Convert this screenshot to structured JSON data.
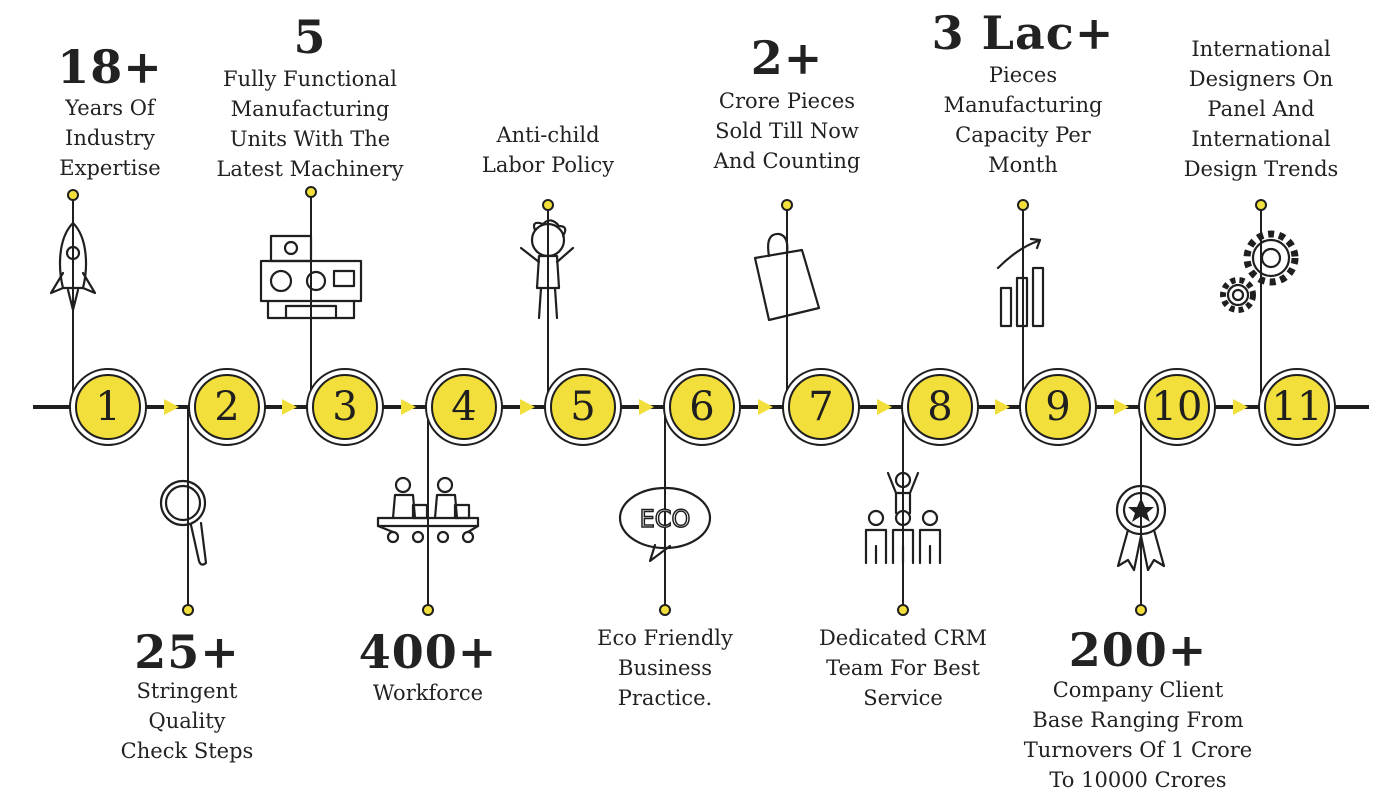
{
  "colors": {
    "accent": "#f3df3c",
    "ink": "#1f1f1f"
  },
  "milestones": [
    {
      "step": "1",
      "position": "top",
      "headline": "18+",
      "lines": [
        "Years Of",
        "Industry",
        "Expertise"
      ],
      "icon": "rocket-icon"
    },
    {
      "step": "2",
      "position": "bottom",
      "headline": "25+",
      "lines": [
        "Stringent",
        "Quality",
        "Check Steps"
      ],
      "icon": "magnifier-icon"
    },
    {
      "step": "3",
      "position": "top",
      "headline": "5",
      "lines": [
        "Fully Functional",
        "Manufacturing",
        "Units With The",
        "Latest Machinery"
      ],
      "icon": "machine-icon"
    },
    {
      "step": "4",
      "position": "bottom",
      "headline": "400+",
      "lines": [
        "Workforce"
      ],
      "icon": "workers-icon"
    },
    {
      "step": "5",
      "position": "top",
      "headline": "",
      "lines": [
        "Anti-child",
        "Labor Policy"
      ],
      "icon": "child-icon"
    },
    {
      "step": "6",
      "position": "bottom",
      "headline": "",
      "lines": [
        "Eco Friendly",
        "Business",
        "Practice."
      ],
      "icon": "eco-bubble-icon",
      "icon_text": "ECO"
    },
    {
      "step": "7",
      "position": "top",
      "headline": "2+",
      "lines": [
        "Crore Pieces",
        "Sold Till Now",
        "And Counting"
      ],
      "icon": "shopping-bag-icon"
    },
    {
      "step": "8",
      "position": "bottom",
      "headline": "",
      "lines": [
        "Dedicated CRM",
        "Team For Best",
        "Service"
      ],
      "icon": "team-icon"
    },
    {
      "step": "9",
      "position": "top",
      "headline": "3 Lac+",
      "lines": [
        "Pieces",
        "Manufacturing",
        "Capacity Per",
        "Month"
      ],
      "icon": "growth-chart-icon"
    },
    {
      "step": "10",
      "position": "bottom",
      "headline": "200+",
      "lines": [
        "Company Client",
        "Base Ranging From",
        "Turnovers Of 1 Crore",
        "To 10000 Crores"
      ],
      "icon": "award-badge-icon"
    },
    {
      "step": "11",
      "position": "top",
      "headline": "",
      "lines": [
        "International",
        "Designers On",
        "Panel And",
        "International",
        "Design Trends"
      ],
      "icon": "gears-icon"
    }
  ]
}
